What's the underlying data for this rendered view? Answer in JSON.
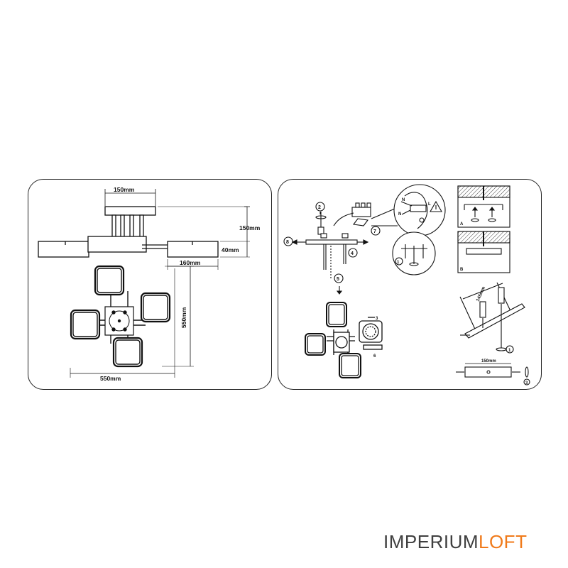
{
  "dims": {
    "top_width": "150mm",
    "height": "150mm",
    "shade_height": "40mm",
    "arm_length": "160mm",
    "plan_width": "550mm",
    "plan_depth": "550mm"
  },
  "steps": {
    "s1": "1",
    "s2": "2",
    "s3": "3",
    "s4": "4",
    "s5": "5",
    "s6": "6",
    "s7": "7",
    "s8": "8"
  },
  "wiring": {
    "n": "N",
    "l": "L"
  },
  "detail": {
    "a": "A",
    "b": "B"
  },
  "mount": {
    "hole_spacing": "145mm",
    "bar_length": "150mm",
    "step_1": "1",
    "step_3": "3"
  },
  "brand": {
    "part1": "IMPERIUM",
    "part2": "LOFT",
    "color1": "#3f3f3f",
    "color2": "#f07a1a"
  }
}
